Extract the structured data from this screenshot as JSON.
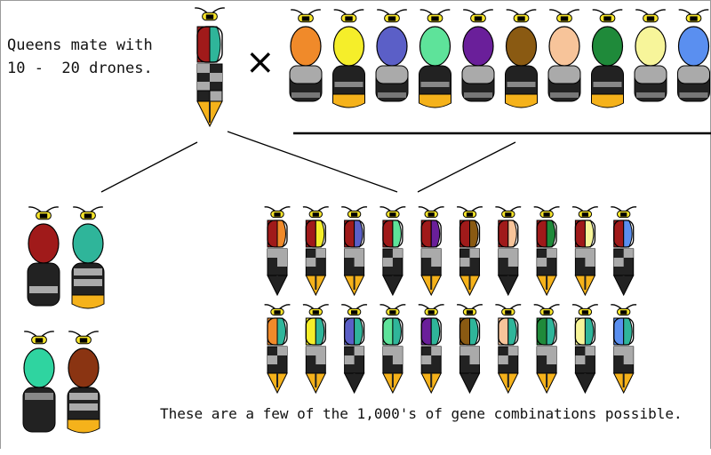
{
  "captions": {
    "queens_line1": "Queens mate with",
    "queens_line2": "10 -  20 drones.",
    "cross_symbol": "×",
    "bottom": "These are a few of the 1,000's of gene combinations possible."
  },
  "queen": {
    "color_left": "#a01a1a",
    "color_right": "#2fb59a",
    "abdomen_pattern": [
      "#222",
      "#aaa",
      "#222",
      "#aaa",
      "#ffffff",
      "#222",
      "#f5b21b"
    ]
  },
  "drones": [
    {
      "color": "#f08a2a",
      "abdomen": "grey-black"
    },
    {
      "color": "#f5ee2a",
      "abdomen": "black-yellow"
    },
    {
      "color": "#5b5fc7",
      "abdomen": "grey-black"
    },
    {
      "color": "#5ee39a",
      "abdomen": "black-yellow"
    },
    {
      "color": "#6a1f9a",
      "abdomen": "grey-black"
    },
    {
      "color": "#8a5a12",
      "abdomen": "black-yellow"
    },
    {
      "color": "#f7c49a",
      "abdomen": "grey-black"
    },
    {
      "color": "#1f8a3a",
      "abdomen": "black-yellow"
    },
    {
      "color": "#f7f59a",
      "abdomen": "grey-black"
    },
    {
      "color": "#5a8ff0",
      "abdomen": "grey-black"
    }
  ],
  "left_offspring": [
    {
      "color": "#a01a1a",
      "abdomen": "black-grey"
    },
    {
      "color": "#2fb59a",
      "abdomen": "grey-yellow"
    },
    {
      "color": "#2fd4a0",
      "abdomen": "black"
    },
    {
      "color": "#8a3412",
      "abdomen": "grey-yellow"
    }
  ],
  "workers_row1": [
    {
      "left": "#a01a1a",
      "right": "#f08a2a"
    },
    {
      "left": "#a01a1a",
      "right": "#f5ee2a"
    },
    {
      "left": "#a01a1a",
      "right": "#5b5fc7"
    },
    {
      "left": "#a01a1a",
      "right": "#5ee39a"
    },
    {
      "left": "#a01a1a",
      "right": "#6a1f9a"
    },
    {
      "left": "#a01a1a",
      "right": "#8a5a12"
    },
    {
      "left": "#a01a1a",
      "right": "#f7c49a"
    },
    {
      "left": "#a01a1a",
      "right": "#1f8a3a"
    },
    {
      "left": "#a01a1a",
      "right": "#f7f59a"
    },
    {
      "left": "#a01a1a",
      "right": "#5a8ff0"
    }
  ],
  "workers_row2": [
    {
      "left": "#f08a2a",
      "right": "#2fb59a"
    },
    {
      "left": "#f5ee2a",
      "right": "#2fb59a"
    },
    {
      "left": "#5b5fc7",
      "right": "#2fb59a"
    },
    {
      "left": "#5ee39a",
      "right": "#2fb59a"
    },
    {
      "left": "#6a1f9a",
      "right": "#2fb59a"
    },
    {
      "left": "#8a5a12",
      "right": "#2fb59a"
    },
    {
      "left": "#f7c49a",
      "right": "#2fb59a"
    },
    {
      "left": "#1f8a3a",
      "right": "#2fb59a"
    },
    {
      "left": "#f7f59a",
      "right": "#2fb59a"
    },
    {
      "left": "#5a8ff0",
      "right": "#2fb59a"
    }
  ]
}
